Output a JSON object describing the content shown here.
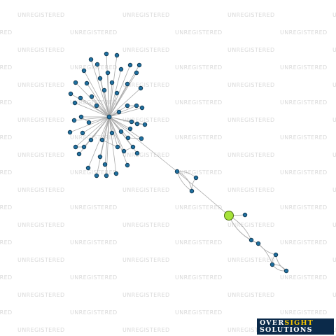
{
  "watermark": {
    "text": "UNREGISTERED"
  },
  "logo": {
    "word1": "OVER",
    "word2": "SIGHT",
    "word3": "SOLUTIONS"
  },
  "colors": {
    "node": "#1f6f9f",
    "node_stroke": "#0d2f45",
    "focus_node": "#a6e23a",
    "edge": "#a9a9a9",
    "logo_background": "#0b2a4a",
    "logo_accent": "#f5c400"
  },
  "graph": {
    "hub_node_count": 1,
    "leaf_node_count": 56,
    "chain_node_count": 11,
    "focus_node_count": 1
  }
}
